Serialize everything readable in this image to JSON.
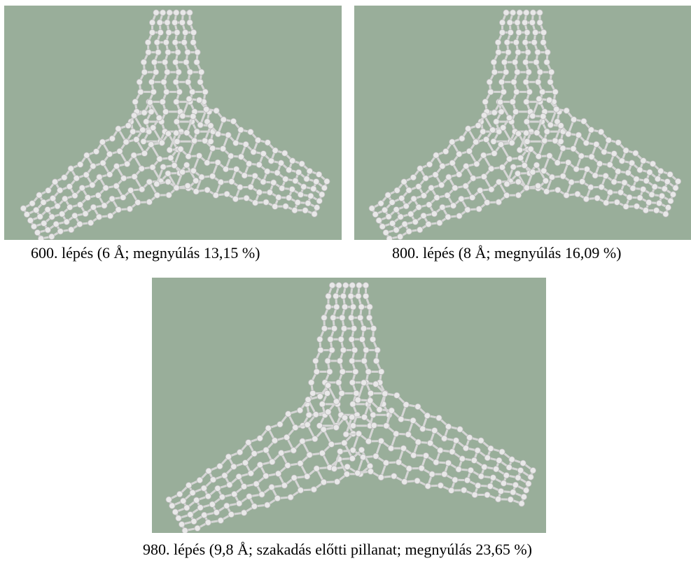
{
  "panels": [
    {
      "caption": "600. lépés (6 Å; megnyúlás 13,15 %)"
    },
    {
      "caption": "800. lépés (8 Å; megnyúlás 16,09 %)"
    },
    {
      "caption": "980. lépés (9,8 Å; szakadás előtti pillanat; megnyúlás 23,65 %)"
    }
  ],
  "colors": {
    "background": "#99ae9a",
    "atom": "#e8e8e8",
    "bond": "#d6d6d6"
  }
}
